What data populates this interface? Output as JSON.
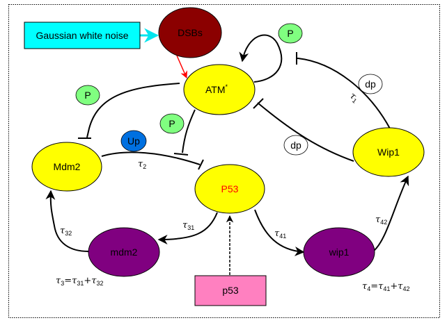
{
  "diagram": {
    "colors": {
      "noise_box": "#00ffff",
      "noise_arrow": "#00e5ee",
      "dsbs": "#8b0000",
      "protein": "#ffff00",
      "mrna": "#800080",
      "gene": "#ff80c0",
      "phospho": "#80ff80",
      "ubiquitin": "#0070e0",
      "dephospho": "#ffffff",
      "activation_red": "#ff0000",
      "p53_label": "#ff0000"
    },
    "nodes": {
      "noise": "Gaussian white noise",
      "dsbs": "DSBs",
      "atm": "ATM",
      "atm_sup": "*",
      "mdm2_protein": "Mdm2",
      "p53_protein": "P53",
      "wip1_protein": "Wip1",
      "mdm2_mrna": "mdm2",
      "wip1_mrna": "wip1",
      "p53_gene": "p53"
    },
    "badges": {
      "p_left": "P",
      "p_top": "P",
      "p_mid": "P",
      "up": "Up",
      "dp_top": "dp",
      "dp_mid": "dp"
    },
    "delays": {
      "tau_symbol": "τ",
      "tau1": "1",
      "tau2": "2",
      "tau31": "31",
      "tau32": "32",
      "tau41": "41",
      "tau42": "42",
      "eq3": {
        "lhs": "3",
        "a": "31",
        "b": "32"
      },
      "eq4": {
        "lhs": "4",
        "a": "41",
        "b": "42"
      },
      "equals": "=",
      "plus": "+"
    }
  }
}
